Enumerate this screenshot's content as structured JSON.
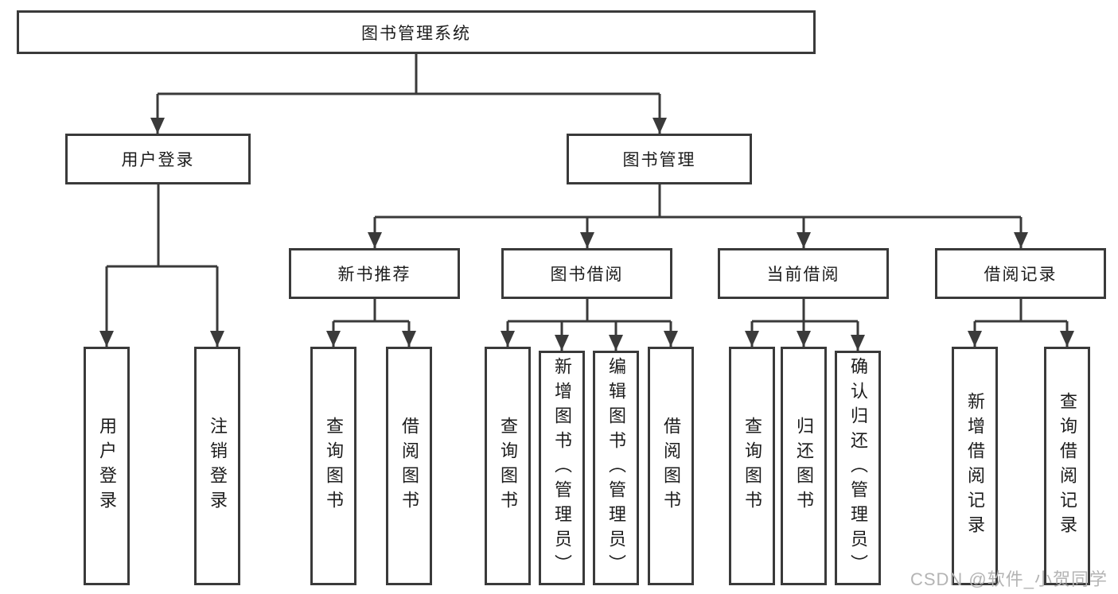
{
  "diagram": {
    "title": "图书管理系统",
    "colors": {
      "line": "#3a3a3a",
      "text": "#1c1c1c",
      "background": "#ffffff",
      "watermark": "#b4b4b4"
    },
    "root": {
      "label": "图书管理系统"
    },
    "level2": [
      {
        "label": "用户登录"
      },
      {
        "label": "图书管理"
      }
    ],
    "level3": [
      {
        "label": "新书推荐"
      },
      {
        "label": "图书借阅"
      },
      {
        "label": "当前借阅"
      },
      {
        "label": "借阅记录"
      }
    ],
    "leaves": {
      "user_login": [
        "用户登录",
        "注销登录"
      ],
      "new_book_recommend": [
        "查询图书",
        "借阅图书"
      ],
      "book_borrowing": [
        "查询图书",
        "新增图书（管理员）",
        "编辑图书（管理员）",
        "借阅图书"
      ],
      "current_borrowing": [
        "查询图书",
        "归还图书",
        "确认归还（管理员）"
      ],
      "borrowing_records": [
        "新增借阅记录",
        "查询借阅记录"
      ]
    },
    "watermark": "CSDN @软件_小贺同学"
  }
}
